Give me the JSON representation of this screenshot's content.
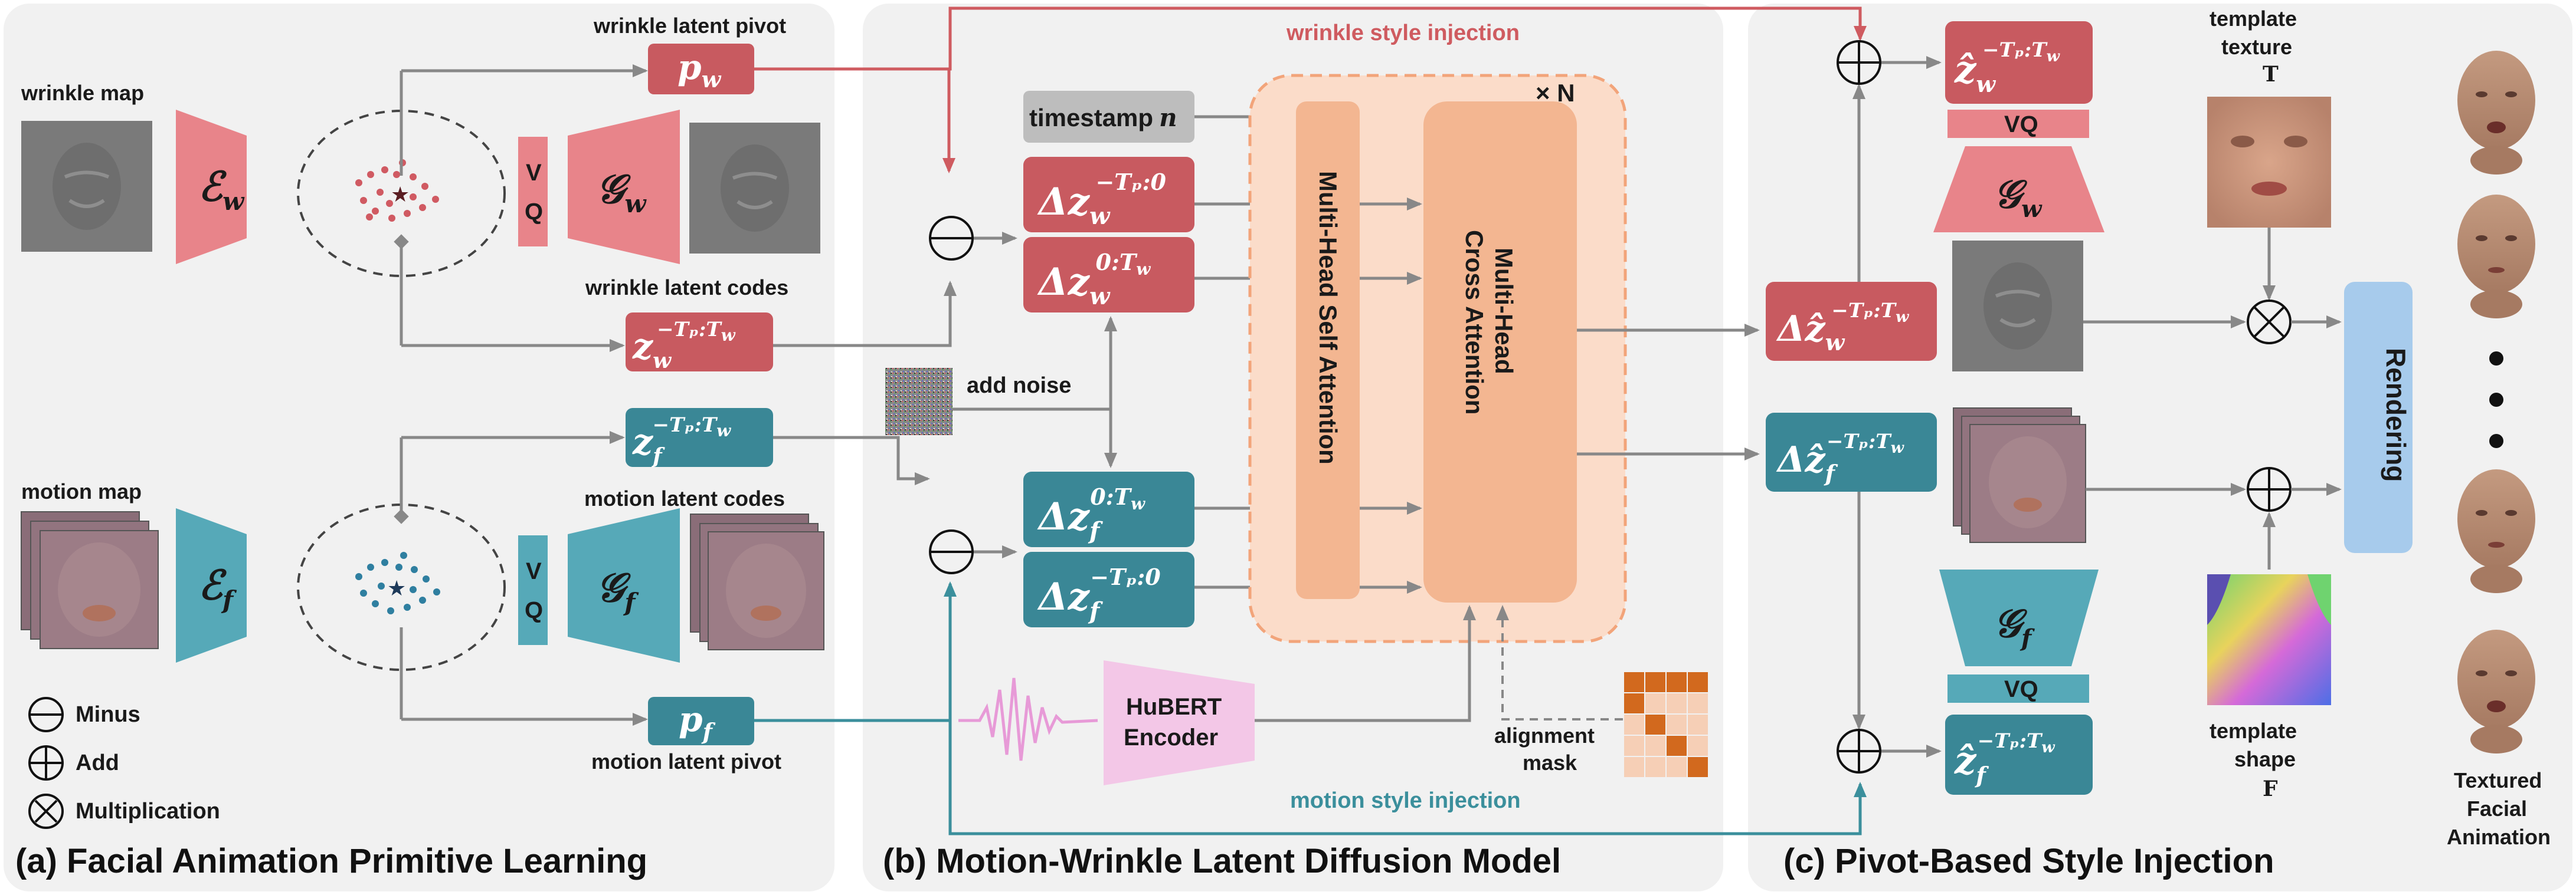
{
  "panels": {
    "a_title": "(a) Facial Animation Primitive Learning",
    "b_title": "(b) Motion-Wrinkle Latent Diffusion Model",
    "c_title": "(c) Pivot-Based Style Injection"
  },
  "panel_a": {
    "wrinkle_map": "wrinkle map",
    "motion_map": "motion map",
    "encoder_w": "ℰ",
    "encoder_w_sub": "w",
    "encoder_f": "ℰ",
    "encoder_f_sub": "f",
    "decoder_w": "𝒢",
    "decoder_w_sub": "w",
    "decoder_f": "𝒢",
    "decoder_f_sub": "f",
    "vq_v": "V",
    "vq_q": "Q",
    "wrinkle_latent_pivot": "wrinkle latent pivot",
    "wrinkle_latent_codes": "wrinkle latent codes",
    "motion_latent_codes": "motion latent codes",
    "motion_latent_pivot": "motion latent pivot",
    "pivot_w": "p",
    "pivot_w_sub": "w",
    "pivot_f": "p",
    "pivot_f_sub": "f",
    "codes_w": "z",
    "codes_w_sub": "w",
    "codes_f": "z",
    "codes_f_sub": "f",
    "codes_sup": "−Tₚ:T",
    "codes_sup_w": "w",
    "legend_minus": "Minus",
    "legend_add": "Add",
    "legend_mult": "Multiplication"
  },
  "panel_b": {
    "wrinkle_style_injection": "wrinkle style injection",
    "motion_style_injection": "motion style injection",
    "timestamp": "timestamp",
    "timestamp_var": "n",
    "add_noise": "add noise",
    "self_attention": "Multi-Head Self Attention",
    "cross_attention_1": "Multi-Head",
    "cross_attention_2": "Cross Attention",
    "times_n": "× N",
    "hubert_1": "HuBERT",
    "hubert_2": "Encoder",
    "alignment_1": "alignment",
    "alignment_2": "mask",
    "dz": "Δz",
    "sub_w": "w",
    "sub_f": "f",
    "sup_past": "−Tₚ:0",
    "sup_future": "0:T"
  },
  "panel_c": {
    "template_texture_1": "template",
    "template_texture_2": "texture",
    "template_texture_sym": "T",
    "template_shape_1": "template",
    "template_shape_2": "shape",
    "template_shape_sym": "F",
    "vq": "VQ",
    "rendering": "Rendering",
    "textured_1": "Textured",
    "textured_2": "Facial",
    "textured_3": "Animation",
    "dzhat": "Δẑ",
    "zhat": "ẑ"
  },
  "colors": {
    "wrinkle": "#cc5d63",
    "wrinkle_light": "#e8848a",
    "motion": "#3a8796",
    "motion_light": "#56a9b8",
    "injection_red": "#cf5b60",
    "injection_teal": "#3b8f9c",
    "attention": "#f3b691",
    "hubert": "#f3c7e7",
    "rendering": "#a7cbec",
    "panel_bg": "#f1f1f1"
  }
}
